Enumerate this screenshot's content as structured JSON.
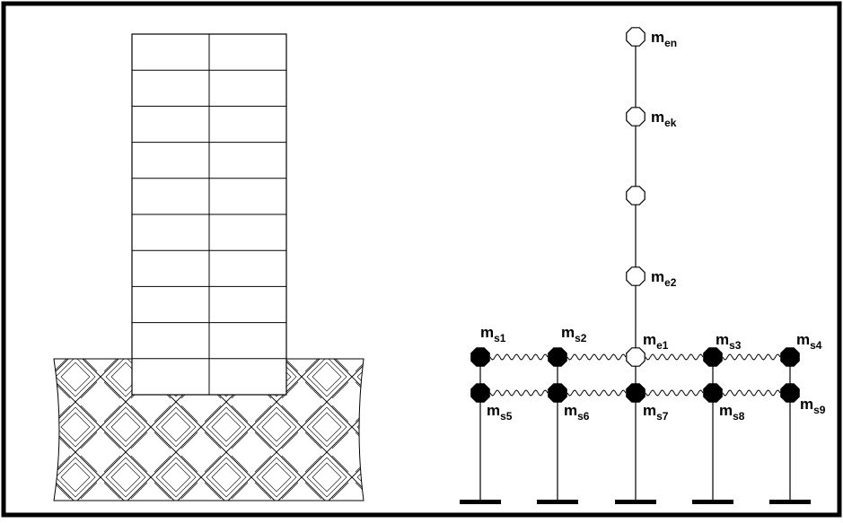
{
  "colors": {
    "frame": "#000000",
    "line": "#000000",
    "node_filled": "#000000",
    "node_open": "#ffffff",
    "background": "#ffffff"
  },
  "building": {
    "stories": 10,
    "bays": 2
  },
  "model": {
    "superstructure_nodes": [
      {
        "id": "en",
        "label_base": "m",
        "label_sub": "en"
      },
      {
        "id": "ek",
        "label_base": "m",
        "label_sub": "ek"
      },
      {
        "id": "e3",
        "label_base": "",
        "label_sub": ""
      },
      {
        "id": "e2",
        "label_base": "m",
        "label_sub": "e2"
      }
    ],
    "upper_soil_row": [
      {
        "id": "s1",
        "label_base": "m",
        "label_sub": "s1",
        "open": false
      },
      {
        "id": "s2",
        "label_base": "m",
        "label_sub": "s2",
        "open": false
      },
      {
        "id": "e1",
        "label_base": "m",
        "label_sub": "e1",
        "open": true
      },
      {
        "id": "s3",
        "label_base": "m",
        "label_sub": "s3",
        "open": false
      },
      {
        "id": "s4",
        "label_base": "m",
        "label_sub": "s4",
        "open": false
      }
    ],
    "lower_soil_row": [
      {
        "id": "s5",
        "label_base": "m",
        "label_sub": "s5"
      },
      {
        "id": "s6",
        "label_base": "m",
        "label_sub": "s6"
      },
      {
        "id": "s7",
        "label_base": "m",
        "label_sub": "s7"
      },
      {
        "id": "s8",
        "label_base": "m",
        "label_sub": "s8"
      },
      {
        "id": "s9",
        "label_base": "m",
        "label_sub": "s9"
      }
    ],
    "supports": 5
  }
}
